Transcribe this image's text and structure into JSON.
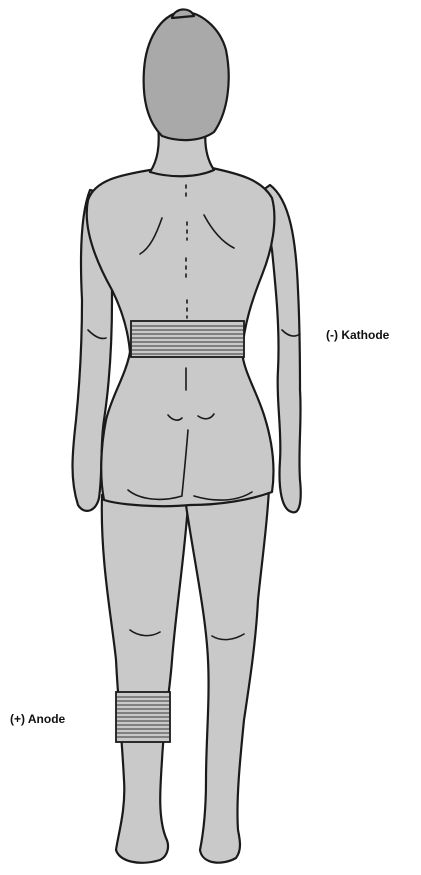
{
  "labels": {
    "kathode": "(-) Kathode",
    "anode": "(+) Anode"
  },
  "colors": {
    "skin": "#c9c9c9",
    "outline": "#1a1a1a",
    "hair": "#a9a9a9",
    "electrode_band": "#555555",
    "background": "#ffffff"
  },
  "electrodes": [
    {
      "name": "kathode",
      "polarity": "-",
      "location": "waist"
    },
    {
      "name": "anode",
      "polarity": "+",
      "location": "left calf"
    }
  ]
}
